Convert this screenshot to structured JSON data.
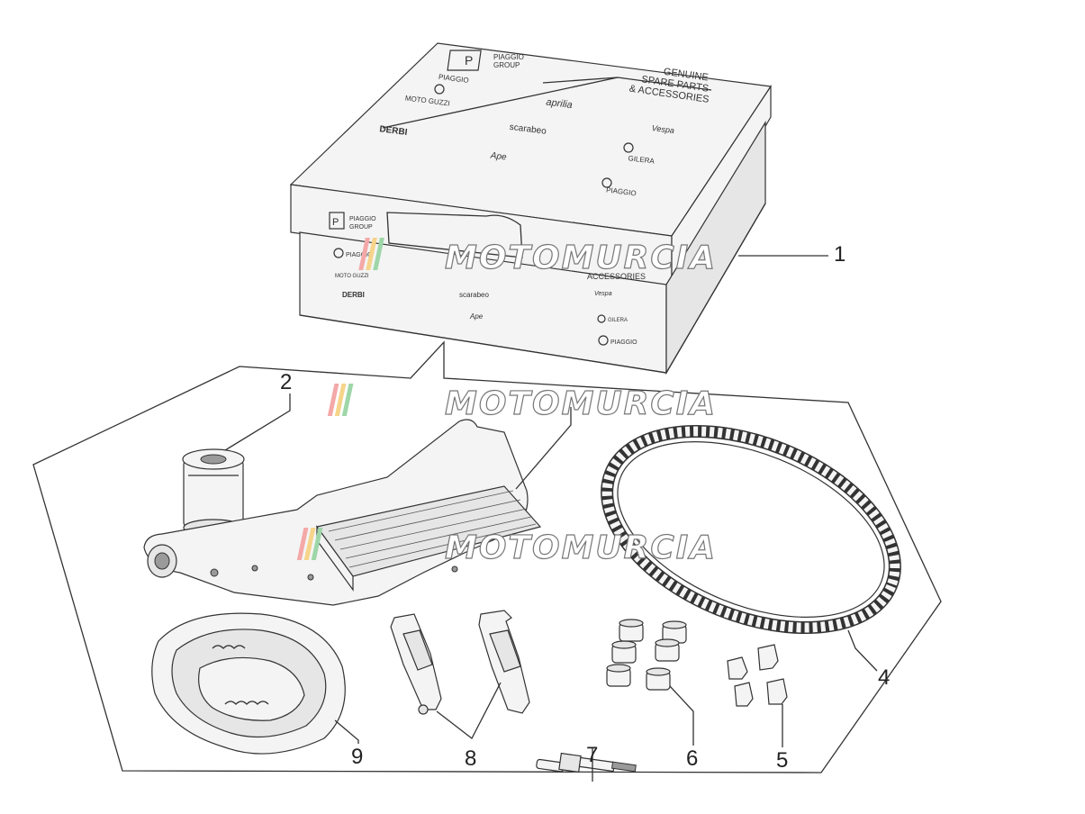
{
  "box": {
    "lid_group_text": [
      "PIAGGIO",
      "GROUP"
    ],
    "lid_headline": [
      "GENUINE",
      "SPARE PARTS",
      "& ACCESSORIES"
    ],
    "lid_brands": [
      "PIAGGIO",
      "aprilia",
      "Vespa",
      "MOTO GUZZI",
      "scarabeo",
      "GILERA",
      "DERBI",
      "Ape",
      "PIAGGIO"
    ],
    "side_group_text": [
      "PIAGGIO",
      "GROUP"
    ],
    "side_headline_fragment": "ACCESSORIES",
    "side_brands": [
      "PIAGGIO",
      "MOTO GUZZI",
      "DERBI",
      "scarabeo",
      "Ape",
      "Vespa",
      "GILERA",
      "PIAGGIO"
    ]
  },
  "watermark": "MOTOMURCIA",
  "callouts": [
    "1",
    "2",
    "4",
    "5",
    "6",
    "7",
    "8",
    "9"
  ]
}
